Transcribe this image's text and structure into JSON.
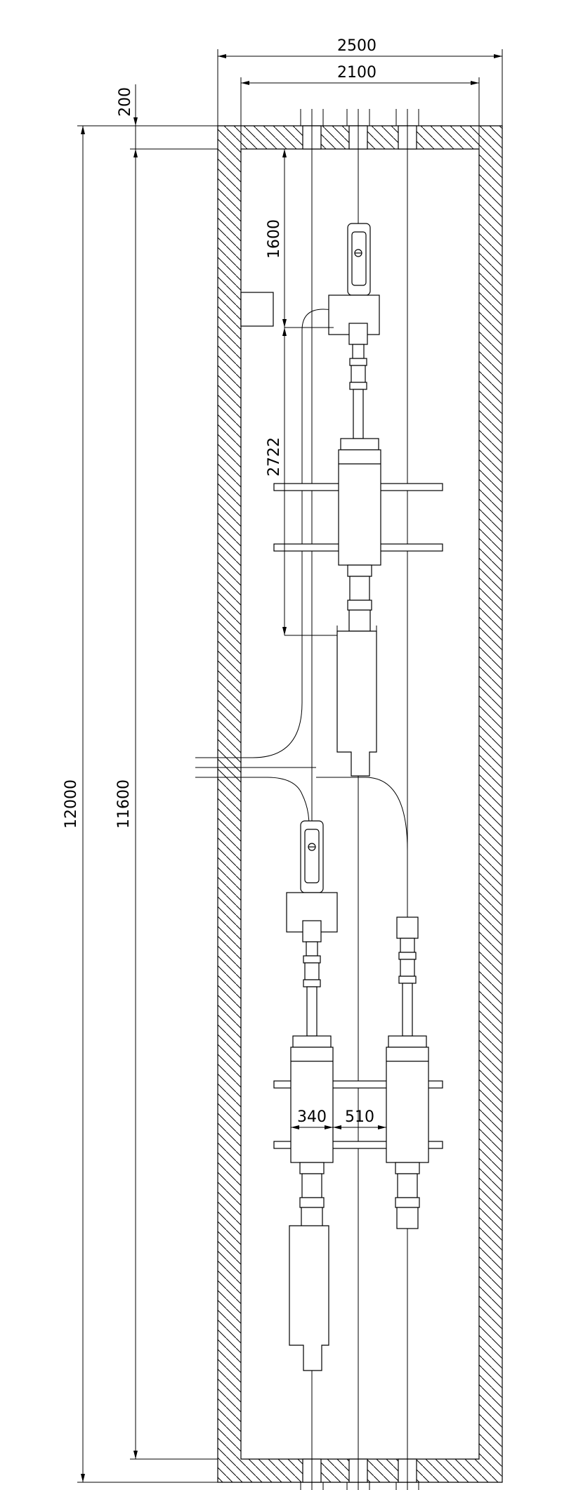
{
  "dimensions": {
    "outer_width": "2500",
    "inner_width": "2100",
    "wall_thickness": "200",
    "outer_length": "12000",
    "inner_length": "11600",
    "section_a": "1600",
    "section_b": "2722",
    "pitch_a": "340",
    "pitch_b": "510"
  },
  "colors": {
    "line": "#000000",
    "background": "#ffffff"
  }
}
